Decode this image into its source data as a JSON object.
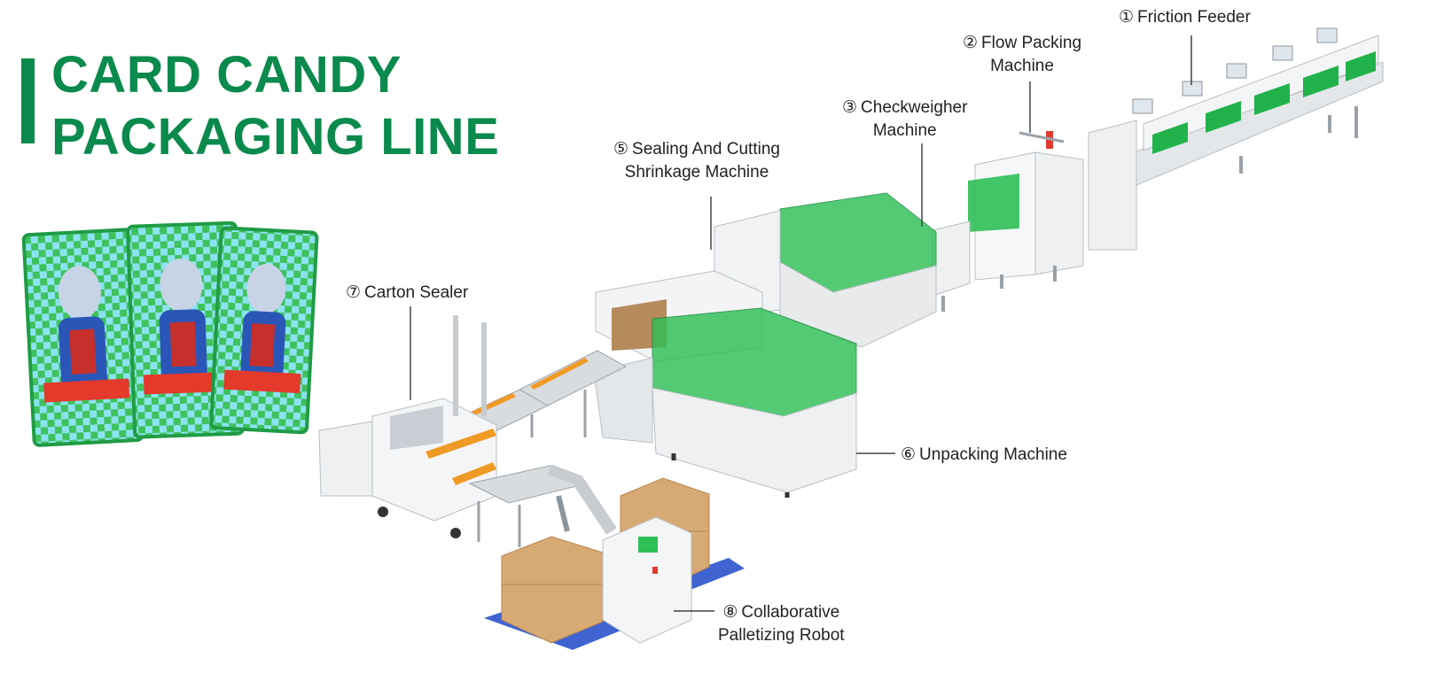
{
  "title": {
    "line1": "CARD CANDY",
    "line2": "PACKAGING LINE"
  },
  "colors": {
    "brand": "#0a8a4c",
    "machine_green": "#22b24c",
    "machine_white": "#eef0f1",
    "carton": "#d7aa74",
    "pallet": "#3f64d2"
  },
  "stations": [
    {
      "id": "friction-feeder",
      "num": "①",
      "lines": [
        "Friction Feeder"
      ]
    },
    {
      "id": "flow-packing",
      "num": "②",
      "lines": [
        "Flow Packing",
        "Machine"
      ]
    },
    {
      "id": "checkweigher",
      "num": "③",
      "lines": [
        "Checkweigher",
        "Machine"
      ]
    },
    {
      "id": "sealing-cutting",
      "num": "⑤",
      "lines": [
        "Sealing And Cutting",
        "Shrinkage Machine"
      ]
    },
    {
      "id": "unpacking",
      "num": "⑥",
      "lines": [
        "Unpacking Machine"
      ]
    },
    {
      "id": "carton-sealer",
      "num": "⑦",
      "lines": [
        "Carton Sealer"
      ]
    },
    {
      "id": "palletizing-robot",
      "num": "⑧",
      "lines": [
        "Collaborative",
        "Palletizing Robot"
      ]
    }
  ]
}
